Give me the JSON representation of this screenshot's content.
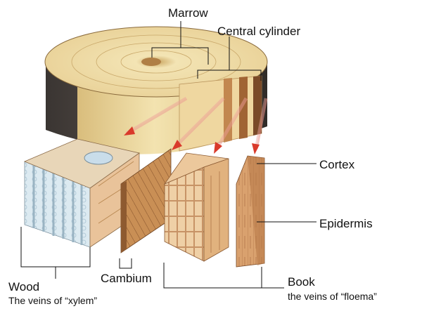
{
  "labels": {
    "marrow": "Marrow",
    "central_cylinder": "Central cylinder",
    "cortex": "Cortex",
    "epidermis": "Epidermis",
    "wood": "Wood",
    "xylem_veins": "The veins of “xylem”",
    "cambium": "Cambium",
    "book": "Book",
    "floema_veins": "the veins of “floema”"
  },
  "colors": {
    "arrow": "#d93a2b",
    "bark": "#4a4440",
    "wood_light": "#f0dfa8",
    "wood_mid": "#e3c98a",
    "cambium": "#c98f55",
    "phloem": "#ecc89c",
    "cortex": "#d7a070",
    "xylem_blue": "#cfe3ee",
    "leader_line": "#111111"
  }
}
